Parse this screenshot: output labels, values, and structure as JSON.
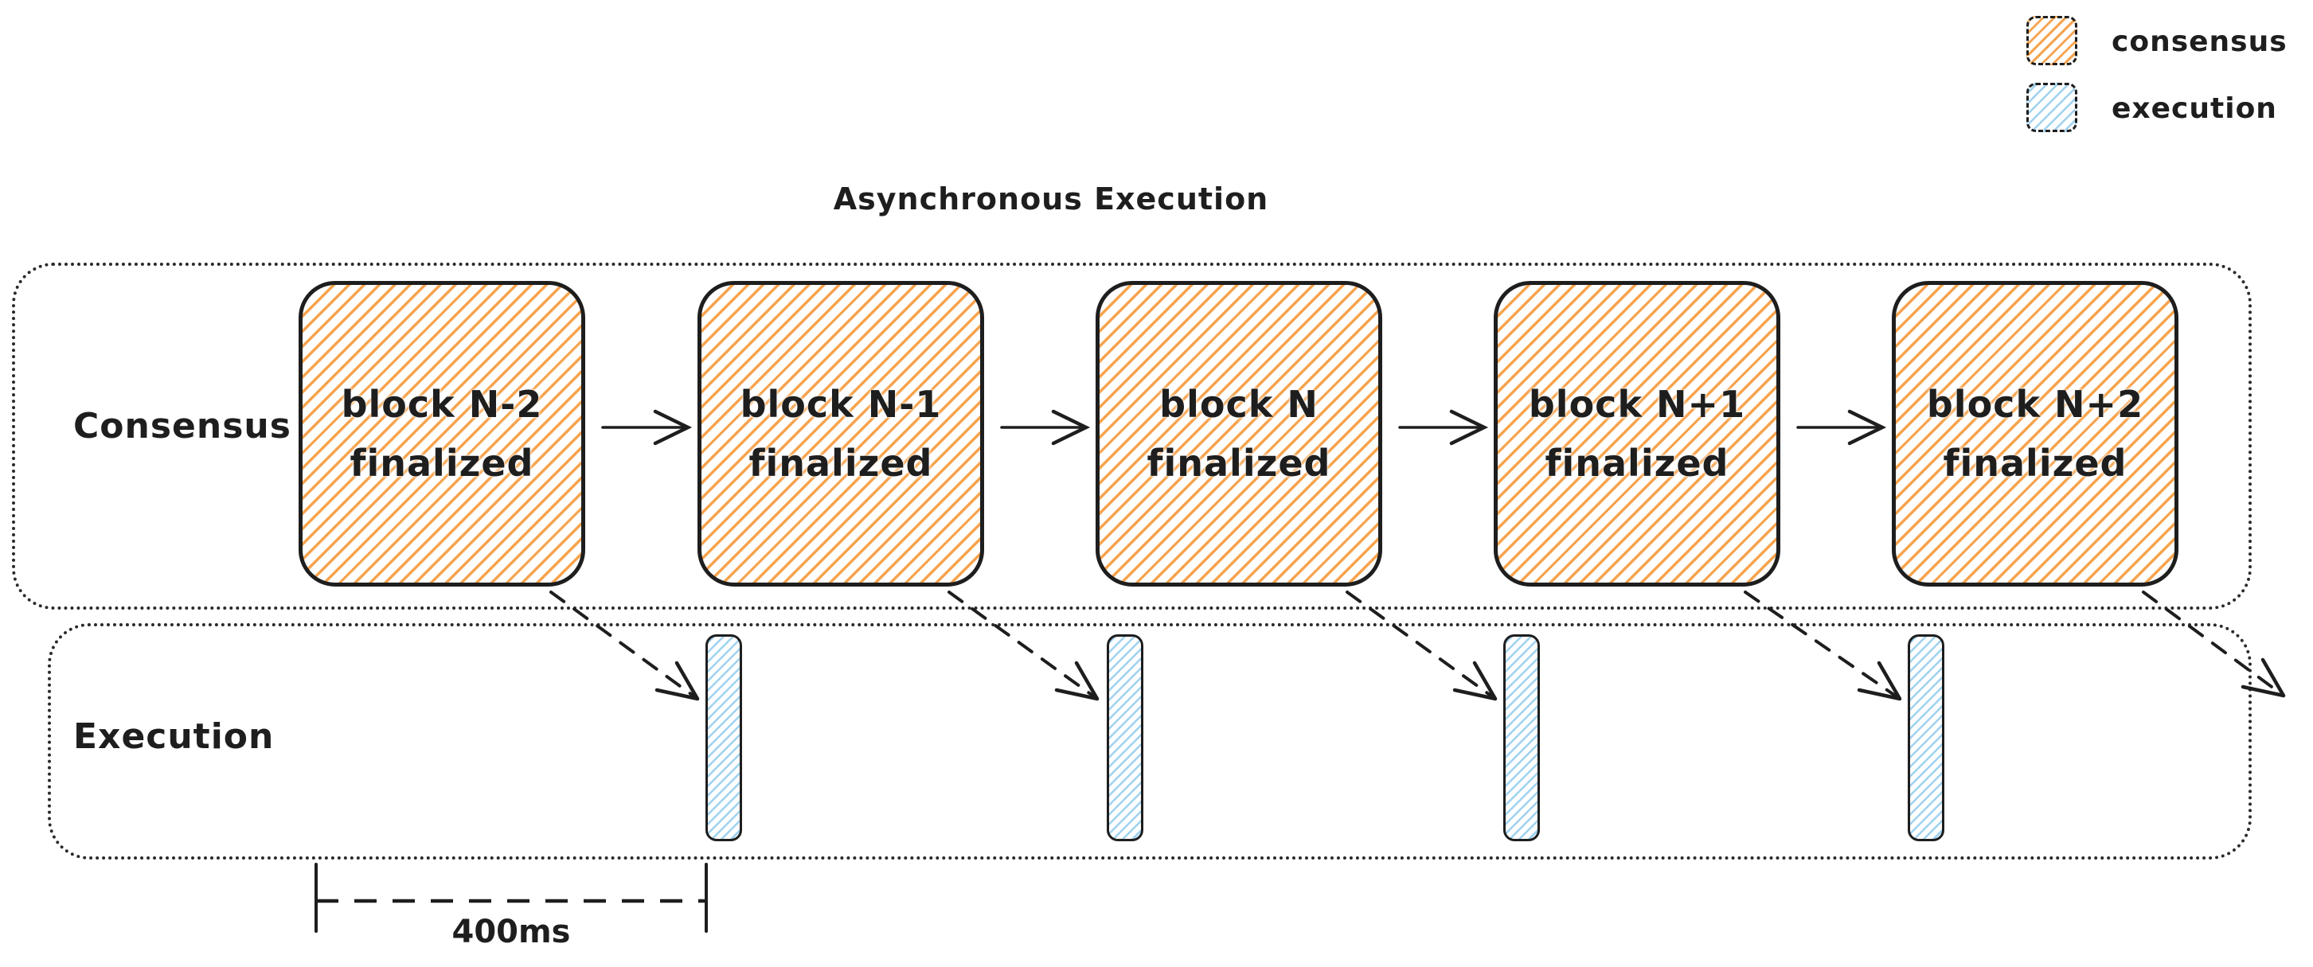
{
  "title": "Asynchronous Execution",
  "legend": {
    "items": [
      {
        "label": "consensus",
        "color": "#f6a44f"
      },
      {
        "label": "execution",
        "color": "#9fd2f0"
      }
    ]
  },
  "lanes": {
    "consensus": {
      "label": "Consensus"
    },
    "execution": {
      "label": "Execution"
    }
  },
  "blocks": [
    {
      "line1": "block N-2",
      "line2": "finalized"
    },
    {
      "line1": "block N-1",
      "line2": "finalized"
    },
    {
      "line1": "block N",
      "line2": "finalized"
    },
    {
      "line1": "block N+1",
      "line2": "finalized"
    },
    {
      "line1": "block N+2",
      "line2": "finalized"
    }
  ],
  "execution_bars_count": "4",
  "measurement": {
    "label": "400ms"
  },
  "colors": {
    "ink": "#1e1e1e",
    "consensus_fill": "#f6a44f",
    "execution_fill": "#9fd2f0"
  }
}
